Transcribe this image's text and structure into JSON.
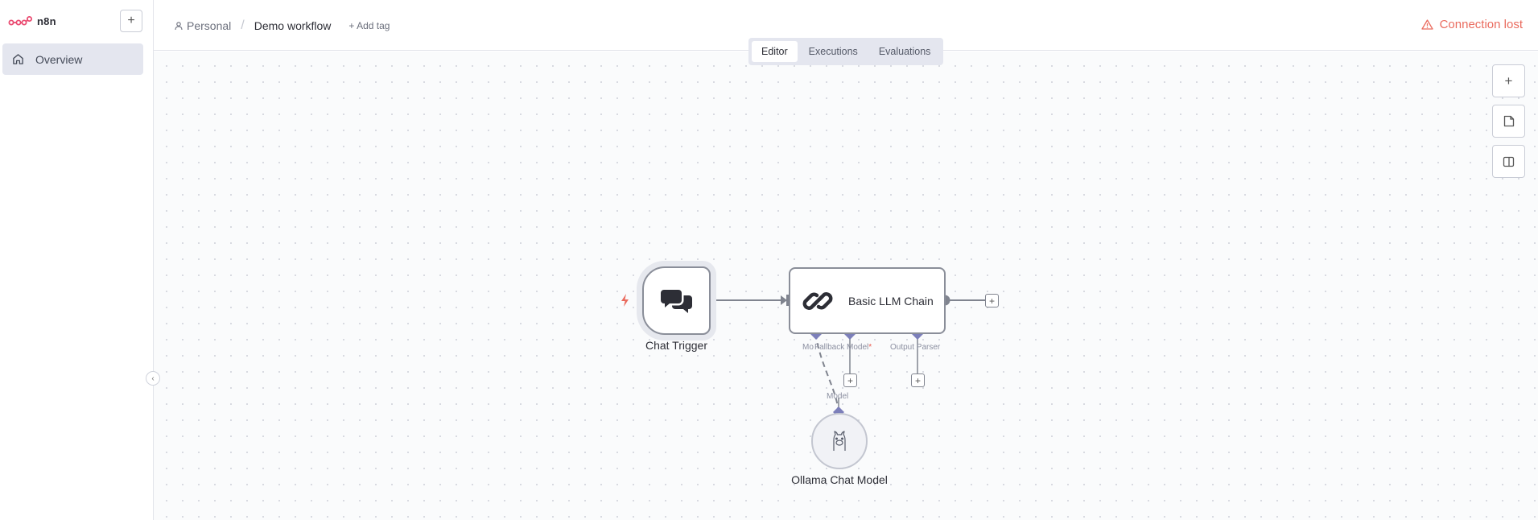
{
  "app": {
    "logo_text": "n8n"
  },
  "sidebar": {
    "items": [
      {
        "label": "Overview",
        "icon": "home-icon"
      }
    ]
  },
  "header": {
    "breadcrumb": {
      "project": "Personal",
      "separator": "/",
      "workflow": "Demo workflow"
    },
    "add_tag": "+ Add tag",
    "status": "Connection lost"
  },
  "tabs": [
    {
      "label": "Editor",
      "active": true
    },
    {
      "label": "Executions"
    },
    {
      "label": "Evaluations"
    }
  ],
  "canvas": {
    "nodes": {
      "trigger": {
        "label": "Chat Trigger",
        "icon": "chat-bubbles-icon"
      },
      "chain": {
        "label": "Basic LLM Chain",
        "icon": "chain-link-icon"
      },
      "ollama": {
        "label": "Ollama Chat Model",
        "icon": "llama-icon"
      }
    },
    "ports": {
      "model": "Mo",
      "fallback": "Fallback Model",
      "required_mark": "*",
      "parser": "Output Parser",
      "model_out": "Model"
    }
  },
  "colors": {
    "accent": "#ea6b5e",
    "port": "#7c7fba",
    "node_border": "#8a8e99"
  }
}
